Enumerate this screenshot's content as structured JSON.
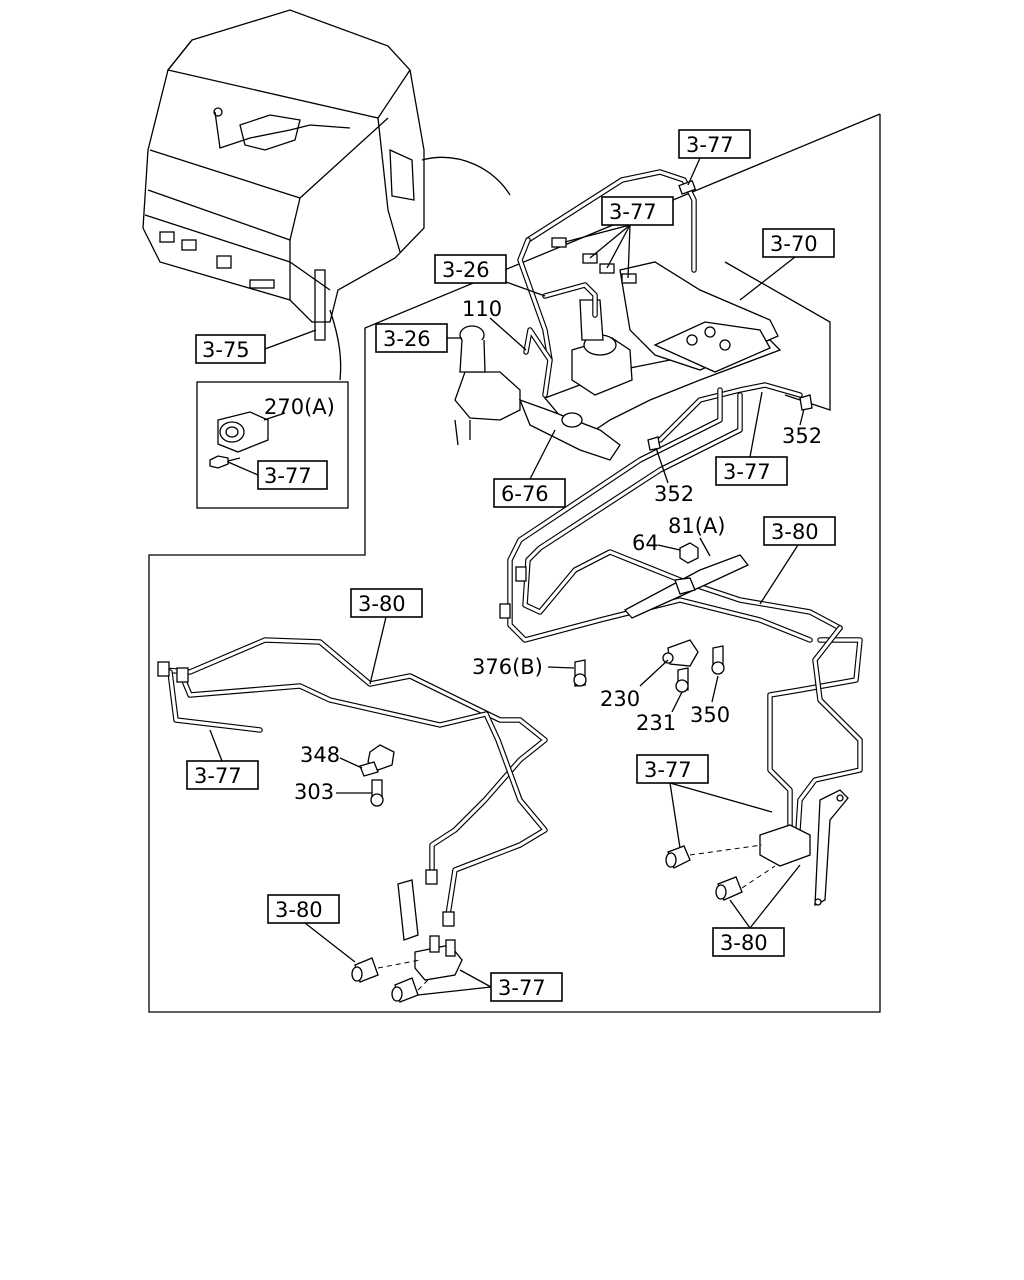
{
  "callouts": {
    "ref_3_77": "3-77",
    "ref_3_70": "3-70",
    "ref_3_26": "3-26",
    "ref_3_75": "3-75",
    "ref_6_76": "6-76",
    "ref_3_80": "3-80"
  },
  "parts": {
    "p110": "110",
    "p270a": "270(A)",
    "p352": "352",
    "p81a": "81(A)",
    "p64": "64",
    "p376b": "376(B)",
    "p230": "230",
    "p231": "231",
    "p350": "350",
    "p348": "348",
    "p303": "303"
  },
  "icons": {
    "truck_cab": "truck-cab-illustration",
    "brake_pipes": "brake-pipe-assembly",
    "valve_unit": "valve-unit",
    "junction": "pipe-junction-block"
  }
}
